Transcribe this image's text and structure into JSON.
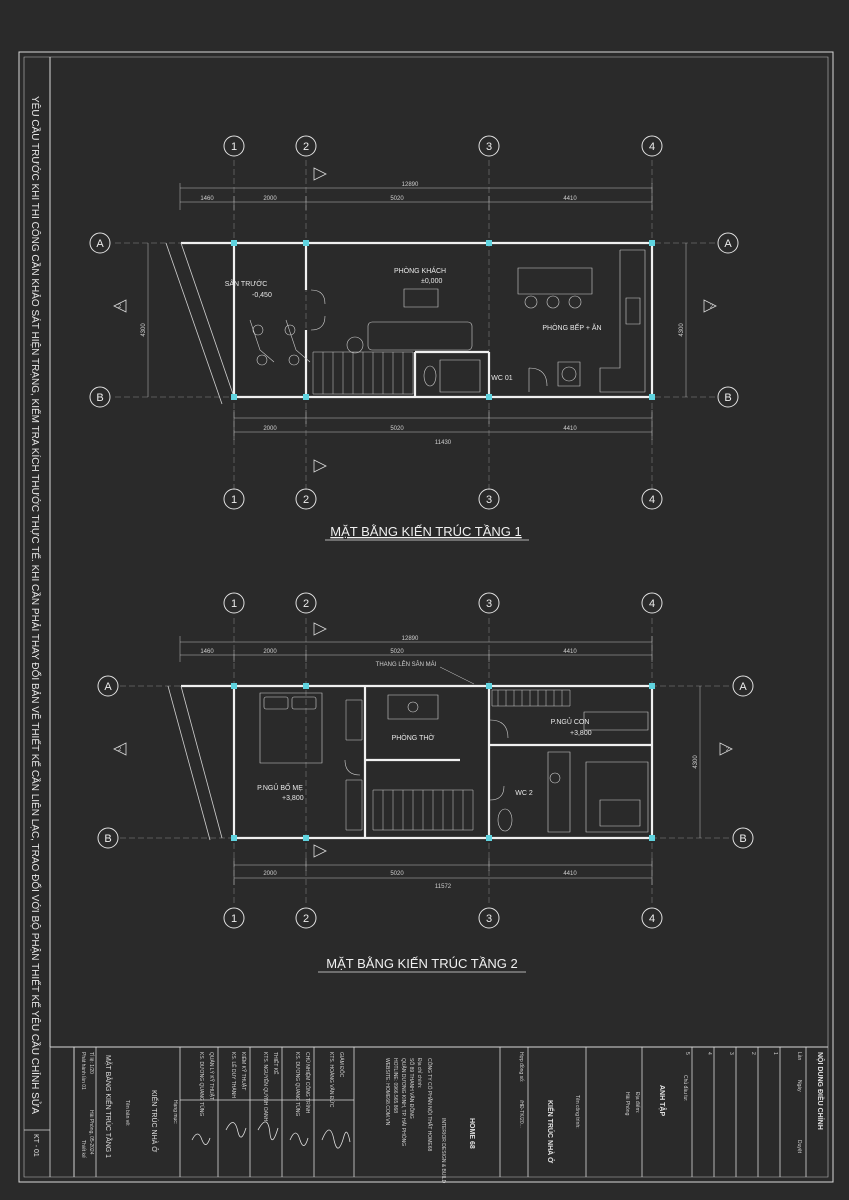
{
  "side_note": "YÊU CẦU TRƯỚC KHI THI CÔNG CẦN KHẢO SÁT HIỆN TRẠNG, KIỂM TRA KÍCH THƯỚC THỰC TẾ. KHI CẦN PHẢI THAY ĐỔI BẢN VẼ THIẾT KẾ CẦN LIÊN LẠC, TRAO ĐỔI VỚI BỘ PHẬN THIẾT KẾ YÊU CẦU CHỈNH SỬA",
  "grid": {
    "cols": [
      "1",
      "2",
      "3",
      "4"
    ],
    "rows": [
      "A",
      "B"
    ],
    "side_mark": "2"
  },
  "plan1": {
    "title": "MẶT BẰNG KIẾN TRÚC TẦNG 1",
    "dims_top": {
      "total": "12890",
      "segs": [
        "1460",
        "2000",
        "5020",
        "4410"
      ]
    },
    "dims_bottom": {
      "segs": [
        "2000",
        "5020",
        "4410"
      ],
      "total": "11430"
    },
    "dim_side": "4300",
    "rooms": {
      "san_truoc": "SÂN TRƯỚC",
      "phong_khach": "PHÒNG KHÁCH",
      "bep_an": "PHÒNG BẾP + ĂN",
      "wc": "WC 01"
    },
    "levels": {
      "san": "-0,450",
      "khach": "±0,000"
    }
  },
  "plan2": {
    "title": "MẶT BẰNG KIẾN TRÚC TẦNG 2",
    "dims_top": {
      "total": "12890",
      "segs": [
        "1460",
        "2000",
        "5020",
        "4410"
      ]
    },
    "dims_bottom": {
      "segs": [
        "2000",
        "5020",
        "4410"
      ],
      "total": "11572"
    },
    "dim_side": "4300",
    "note": "THANG LÊN SÂN MÁI",
    "rooms": {
      "ngu_bo_me": "P.NGỦ BỐ MẸ",
      "tho": "PHÒNG THỜ",
      "ngu_con": "P.NGỦ CON",
      "wc": "WC 2"
    },
    "levels": {
      "bo_me": "+3,800",
      "con": "+3,800"
    }
  },
  "title_block": {
    "revision_header": "NỘI DUNG ĐIỀU CHỈNH",
    "revision_cols": [
      "Lần",
      "Ngày",
      "Duyệt"
    ],
    "revision_rows": [
      "1",
      "2",
      "3",
      "4",
      "5"
    ],
    "owner_label": "Chủ đầu tư:",
    "owner": "ANH TẬP",
    "location_label": "Địa điểm:",
    "location": "Hải Phòng",
    "project_label": "Tên công trình:",
    "project": "KIẾN TRÚC NHÀ Ở",
    "contract_label": "Hợp đồng số:",
    "contract": "/HĐ-TK/20...",
    "company_logo": "HOME 68",
    "company_tag": "INTERIOR DESIGN & BUILD",
    "company_name": "CÔNG TY CỔ PHẦN NỘI THẤT HOME68",
    "company_addr": [
      "Địa chỉ chính:",
      "SỐ 89 THANH VĂN ĐỒNG",
      "QUẬN DƯƠNG KINH, TP. HẢI PHÒNG",
      "HOTLINE: 0966.565.868",
      "WEBSITE: HOME68.COM.VN"
    ],
    "roles": [
      {
        "role": "GIÁM ĐỐC",
        "name": "KTS. HOÀNG VĂN ĐỨC"
      },
      {
        "role": "CHỦ NHIỆM CÔNG TRÌNH",
        "name": "KS. DƯƠNG QUANG TÙNG"
      },
      {
        "role": "THIẾT KẾ",
        "name": "KTS. NGUYỄN QUỲNH OANH"
      },
      {
        "role": "KIỂM KỸ THUẬT",
        "name": "KS. LÊ DUY THÀNH"
      },
      {
        "role": "QUẢN LÝ KỸ THUẬT",
        "name": "KS. DƯƠNG QUANG TÙNG"
      }
    ],
    "category_label": "Hạng mục:",
    "category": "KIẾN TRÚC NHÀ Ở",
    "drawing_label": "Tên bản vẽ:",
    "drawing": "MẶT BẰNG KIẾN TRÚC TẦNG 1",
    "scale": "Tỉ lệ: 1/20",
    "date": "Hải Phòng, 05-2024",
    "issue": "Phát hành lần 01",
    "sheet_label": "Thiết kế",
    "sheet_no": "KT - 01"
  }
}
